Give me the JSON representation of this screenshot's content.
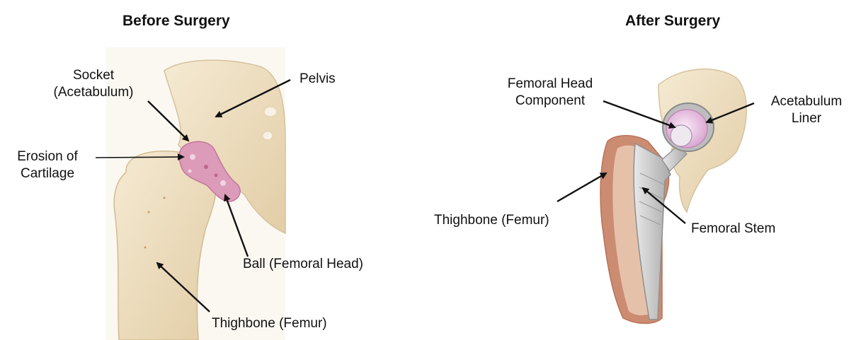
{
  "panels": {
    "before": {
      "title": "Before Surgery",
      "labels": {
        "socket": [
          "Socket",
          "(Acetabulum)"
        ],
        "pelvis": "Pelvis",
        "erosion": [
          "Erosion of",
          "Cartilage"
        ],
        "ball": "Ball (Femoral Head)",
        "thighbone": "Thighbone (Femur)"
      }
    },
    "after": {
      "title": "After Surgery",
      "labels": {
        "femoral_head_component": [
          "Femoral Head",
          "Component"
        ],
        "acetabulum_liner": [
          "Acetabulum",
          "Liner"
        ],
        "thighbone": "Thighbone (Femur)",
        "femoral_stem": "Femoral Stem"
      }
    }
  },
  "colors": {
    "bone": "#ecdcbc",
    "bone_shadow": "#d8c39b",
    "cartilage": "#d98fb0",
    "implant_metal": "#c7c7c7",
    "liner": "#e7bfe0",
    "cortex": "#c9826b",
    "arrow": "#111111"
  }
}
